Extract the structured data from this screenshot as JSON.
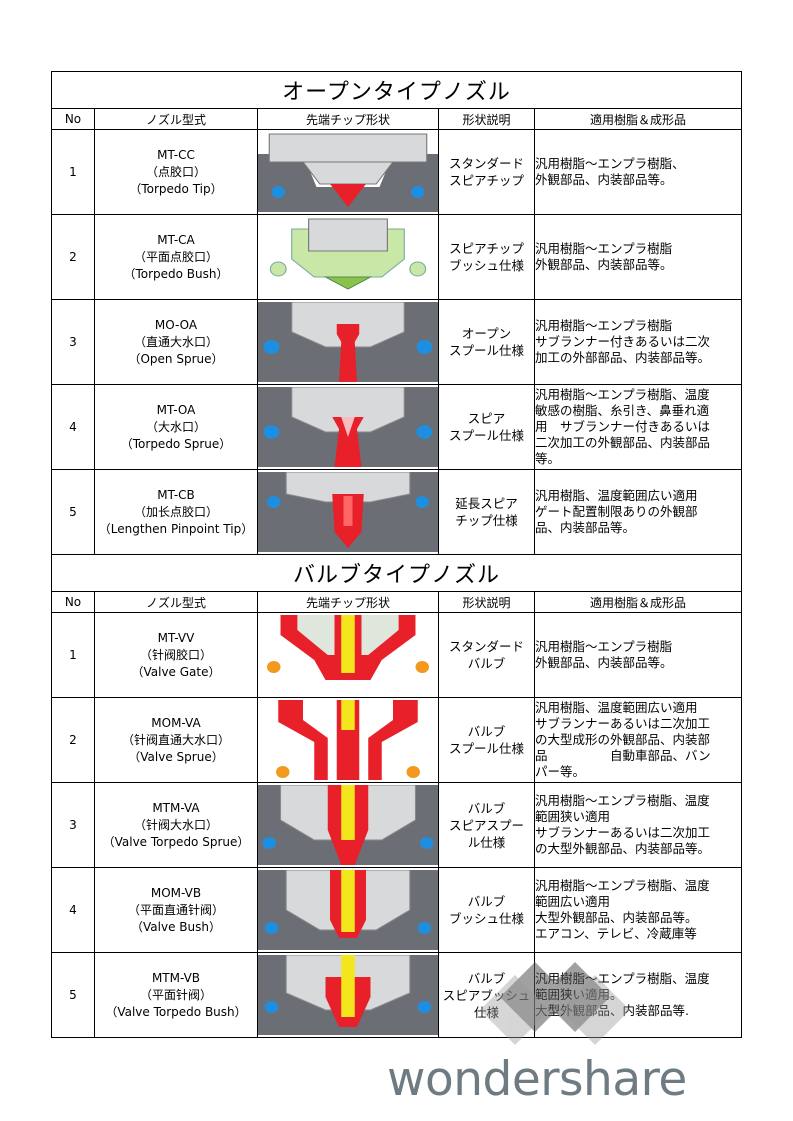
{
  "open_section": {
    "title": "オープンタイプノズル",
    "headers": [
      "No",
      "ノズル型式",
      "先端チップ形状",
      "形状説明",
      "適用樹脂＆成形品"
    ],
    "rows": [
      {
        "no": "1",
        "model": [
          "MT-CC",
          "（点胶口）",
          "（Torpedo Tip）"
        ],
        "shape": [
          "スタンダード",
          "スピアチップ"
        ],
        "resin": [
          "汎用樹脂～エンプラ樹脂、",
          "外観部品、内装部品等。"
        ],
        "figure": "figure-open-1"
      },
      {
        "no": "2",
        "model": [
          "MT-CA",
          "（平面点胶口）",
          "（Torpedo Bush）"
        ],
        "shape": [
          "スピアチップ",
          "ブッシュ仕様"
        ],
        "resin": [
          "汎用樹脂～エンプラ樹脂",
          "外観部品、内装部品等。"
        ],
        "figure": "figure-open-2"
      },
      {
        "no": "3",
        "model": [
          "MO-OA",
          "（直通大水口）",
          "（Open Sprue）"
        ],
        "shape": [
          "オープン",
          "スプール仕様"
        ],
        "resin": [
          "汎用樹脂～エンプラ樹脂",
          "サブランナー付きあるいは二次",
          "加工の外部部品、内装部品等。"
        ],
        "figure": "figure-open-3"
      },
      {
        "no": "4",
        "model": [
          "MT-OA",
          "（大水口）",
          "（Torpedo Sprue）"
        ],
        "shape": [
          "スピア",
          "スプール仕様"
        ],
        "resin": [
          "汎用樹脂～エンプラ樹脂、温度",
          "敏感の樹脂、糸引き、鼻垂れ適",
          "用　サブランナー付きあるいは",
          "二次加工の外観部品、内装部品",
          "等。"
        ],
        "figure": "figure-open-4"
      },
      {
        "no": "5",
        "model": [
          "MT-CB",
          "（加长点胶口）",
          "（Lengthen Pinpoint Tip）"
        ],
        "shape": [
          "延長スピア",
          "チップ仕様"
        ],
        "resin": [
          "汎用樹脂、温度範囲広い適用",
          "ゲート配置制限ありの外観部",
          "品、内装部品等。"
        ],
        "figure": "figure-open-5"
      }
    ]
  },
  "valve_section": {
    "title": "バルブタイプノズル",
    "headers": [
      "No",
      "ノズル型式",
      "先端チップ形状",
      "形状説明",
      "適用樹脂＆成形品"
    ],
    "rows": [
      {
        "no": "1",
        "model": [
          "MT-VV",
          "（针阀胶口）",
          "（Valve Gate）"
        ],
        "shape": [
          "スタンダード",
          "バルブ"
        ],
        "resin": [
          "汎用樹脂～エンプラ樹脂",
          "外観部品、内装部品等。"
        ],
        "figure": "figure-valve-1"
      },
      {
        "no": "2",
        "model": [
          "MOM-VA",
          "（针阀直通大水口）",
          "（Valve Sprue）"
        ],
        "shape": [
          "バルブ",
          "スプール仕様"
        ],
        "resin": [
          "汎用樹脂、温度範囲広い適用",
          "サブランナーあるいは二次加工",
          "の大型成形の外観部品、内装部",
          "品　　　　　自動車部品、バン",
          "パー等。"
        ],
        "figure": "figure-valve-2"
      },
      {
        "no": "3",
        "model": [
          "MTM-VA",
          "（针阀大水口）",
          "（Valve Torpedo Sprue）"
        ],
        "shape": [
          "バルブ",
          "スピアスプー",
          "ル仕様"
        ],
        "resin": [
          "汎用樹脂～エンプラ樹脂、温度",
          "範囲狭い適用",
          "サブランナーあるいは二次加工",
          "の大型外観部品、内装部品等。"
        ],
        "figure": "figure-valve-3"
      },
      {
        "no": "4",
        "model": [
          "MOM-VB",
          "（平面直通针阀）",
          "（Valve Bush）"
        ],
        "shape": [
          "バルブ",
          "ブッシュ仕様"
        ],
        "resin": [
          "汎用樹脂～エンプラ樹脂、温度",
          "範囲広い適用",
          "大型外観部品、内装部品等。",
          "エアコン、テレビ、冷蔵庫等"
        ],
        "figure": "figure-valve-4"
      },
      {
        "no": "5",
        "model": [
          "MTM-VB",
          "（平面针阀）",
          "（Valve Torpedo Bush）"
        ],
        "shape": [
          "バルブ",
          "スピアブッシュ",
          "仕様"
        ],
        "resin": [
          "汎用樹脂～エンプラ樹脂、温度",
          "範囲狭い適用。",
          "大型外観部品、内装部品等."
        ],
        "figure": "figure-valve-5"
      }
    ]
  },
  "watermark": {
    "text": "wondershare",
    "color": "#6f7b83"
  },
  "colors": {
    "mold": "#6b6f75",
    "nozzle": "#d7d9db",
    "resin_red": "#e8202a",
    "valve_pin": "#f3e61c",
    "water_blue": "#1e8fe0",
    "water_orange": "#f39a1e",
    "bush_green": "#c9e8a8"
  }
}
